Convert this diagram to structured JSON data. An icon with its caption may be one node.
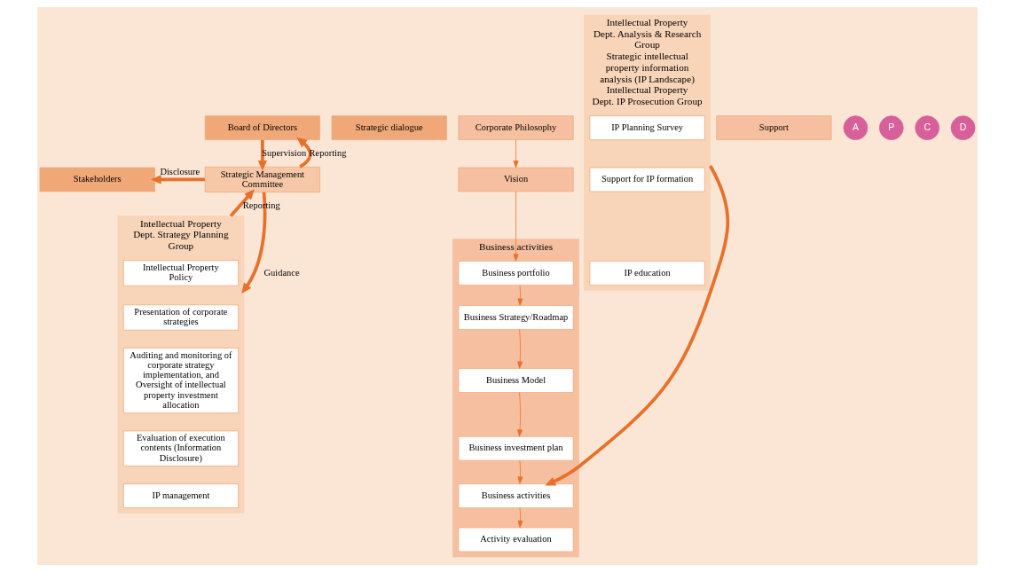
{
  "diagram": {
    "nodes": [
      {
        "text": [
          "Stakeholders"
        ]
      },
      {
        "text": [
          "Board of Directors"
        ]
      },
      {
        "text": [
          "Strategic Management Committee"
        ]
      },
      {
        "text": [
          "Intellectual Property Dept. Strategy Planning Group"
        ]
      },
      {
        "text": [
          "Intellectual Property Policy"
        ],
        "in": 3
      },
      {
        "text": [
          "Presentation of corporate strategies"
        ],
        "in": 3
      },
      {
        "text": [
          "Auditing and monitoring of corporate strategy implementation, and Oversight of intellectual property investment allocation"
        ],
        "in": 3
      },
      {
        "text": [
          "Evaluation of execution contents (Information Disclosure)"
        ],
        "in": 3
      },
      {
        "text": [
          "IP management"
        ],
        "in": 3
      },
      {
        "text": [
          "Strategic dialogue"
        ]
      },
      {
        "text": [
          "Corporate Philosophy"
        ]
      },
      {
        "text": [
          "Vision"
        ]
      },
      {
        "text": [
          "Business activities"
        ]
      },
      {
        "text": [
          "Business portfolio"
        ],
        "in": 12
      },
      {
        "text": [
          "Business Strategy/Roadmap"
        ],
        "in": 12
      },
      {
        "text": [
          "Business Model"
        ],
        "in": 12
      },
      {
        "text": [
          "Business investment plan"
        ],
        "in": 12
      },
      {
        "text": [
          "Business activities"
        ],
        "in": 12
      },
      {
        "text": [
          "Activity evaluation"
        ],
        "in": 12
      },
      {
        "text": [
          "Intellectual Property Dept. Analysis & Research Group",
          "Strategic intellectual property information analysis (IP Landscape)",
          "Intellectual Property Dept. IP Prosecution Group"
        ]
      },
      {
        "text": [
          "IP Planning Survey"
        ],
        "in": 19
      },
      {
        "text": [
          "Support for IP formation"
        ],
        "in": 19
      },
      {
        "text": [
          "IP education"
        ],
        "in": 19
      },
      {
        "text": [
          "Support"
        ]
      }
    ],
    "edges": [
      {
        "from": 2,
        "to": 0,
        "arrow": "to",
        "label": "Disclosure",
        "style": "thick"
      },
      {
        "from": 2,
        "to": 1,
        "arrow": "to",
        "label": "Reporting",
        "style": "thick"
      },
      {
        "from": 1,
        "to": 2,
        "arrow": "to",
        "label": "Supervision",
        "style": "thick"
      },
      {
        "from": 2,
        "to": 3,
        "arrow": "to",
        "label": "Guidance",
        "style": "thick"
      },
      {
        "from": 3,
        "to": 2,
        "arrow": "to",
        "label": "Reporting",
        "style": "thick"
      },
      {
        "from": 10,
        "to": 11,
        "arrow": "to"
      },
      {
        "from": 11,
        "to": 13,
        "arrow": "to"
      },
      {
        "from": 13,
        "to": 14,
        "arrow": "to"
      },
      {
        "from": 14,
        "to": 15,
        "arrow": "to"
      },
      {
        "from": 15,
        "to": 16,
        "arrow": "to"
      },
      {
        "from": 16,
        "to": 17,
        "arrow": "to"
      },
      {
        "from": 17,
        "to": 18,
        "arrow": "to"
      },
      {
        "from": 19,
        "to": 17,
        "arrow": "to",
        "style": "thick"
      }
    ],
    "labels": [
      "A",
      "P",
      "C",
      "D"
    ]
  }
}
